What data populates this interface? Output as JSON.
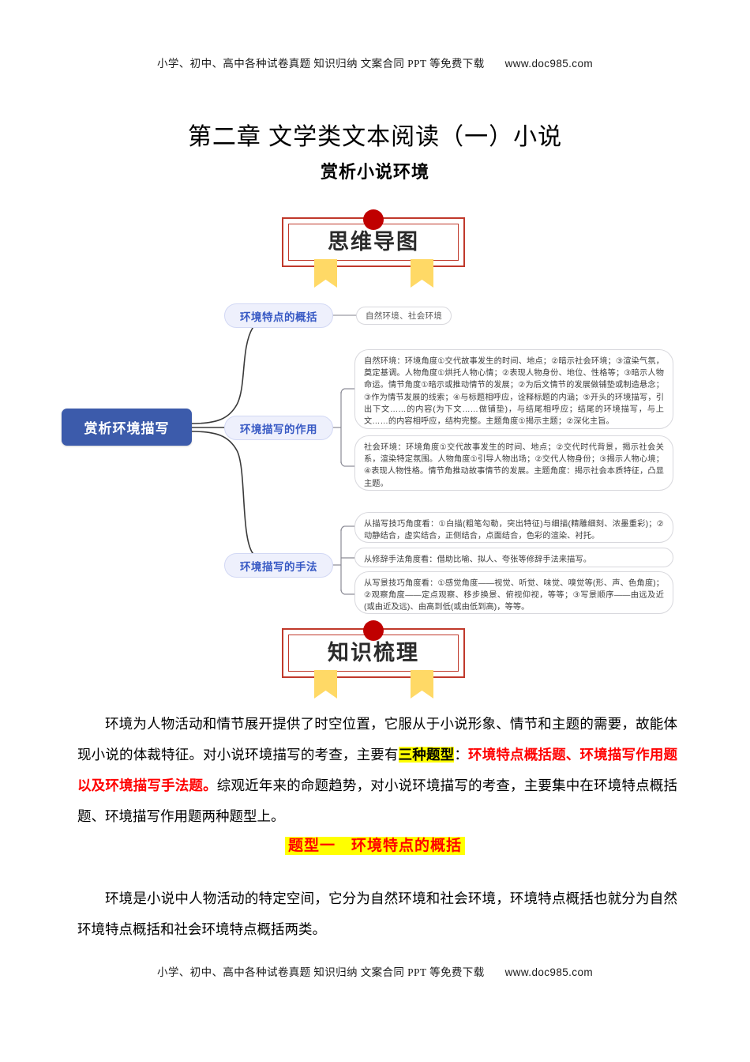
{
  "watermark": {
    "text": "小学、初中、高中各种试卷真题  知识归纳  文案合同  PPT 等免费下载",
    "url": "www.doc985.com"
  },
  "title": {
    "main": "第二章 文学类文本阅读（一）小说",
    "sub": "赏析小说环境"
  },
  "banners": {
    "mindmap": "思维导图",
    "knowledge": "知识梳理"
  },
  "mindmap": {
    "root": "赏析环境描写",
    "branches": [
      {
        "label": "环境特点的概括",
        "leaves": [
          "自然环境、社会环境"
        ]
      },
      {
        "label": "环境描写的作用",
        "leaves": [
          "自然环境：环境角度①交代故事发生的时间、地点；②暗示社会环境；③渲染气氛，奠定基调。人物角度①烘托人物心情；②表现人物身份、地位、性格等；③暗示人物命运。情节角度①暗示或推动情节的发展；②为后文情节的发展做铺垫或制造悬念；③作为情节发展的线索；④与标题相呼应，诠释标题的内涵；⑤开头的环境描写，引出下文……的内容(为下文……做铺垫)，与结尾相呼应；结尾的环境描写，与上文……的内容相呼应，结构完整。主题角度①揭示主题；②深化主旨。",
          "社会环境：环境角度①交代故事发生的时间、地点；②交代时代背景，揭示社会关系，渲染特定氛围。人物角度①引导人物出场；②交代人物身份；③揭示人物心境；④表现人物性格。情节角推动故事情节的发展。主题角度：揭示社会本质特征，凸显主题。"
        ]
      },
      {
        "label": "环境描写的手法",
        "leaves": [
          "从描写技巧角度看：①白描(粗笔勾勒，突出特征)与细描(精雕细刻、浓墨重彩)；②动静结合，虚实结合，正侧结合，点面结合，色彩的渲染、衬托。",
          "从修辞手法角度看：借助比喻、拟人、夸张等修辞手法来描写。",
          "从写景技巧角度看：①感觉角度——视觉、听觉、味觉、嗅觉等(形、声、色角度)；②观察角度——定点观察、移步换景、俯视仰视，等等；③写景顺序——由远及近(或由近及远)、由高到低(或由低到高)，等等。"
        ]
      }
    ]
  },
  "body": {
    "p1_a": "环境为人物活动和情节展开提供了时空位置，它服从于小说形象、情节和主题的需要，故能体现小说的体裁特征。对小说环境描写的考查，主要有",
    "p1_hl": "三种题型",
    "p1_b": "：",
    "p1_red": "环境特点概括题、环境描写作用题以及环境描写手法题。",
    "p1_c": "综观近年来的命题趋势，对小说环境描写的考查，主要集中在环境特点概括题、环境描写作用题两种题型上。",
    "section_title": "题型一　环境特点的概括",
    "p2": "环境是小说中人物活动的特定空间，它分为自然环境和社会环境，环境特点概括也就分为自然环境特点概括和社会环境特点概括两类。"
  },
  "colors": {
    "banner_red": "#c00000",
    "ribbon_yellow": "#ffd966",
    "root_blue": "#3c5bab",
    "branch_blue": "#3759c4",
    "highlight_yellow": "#ffff00",
    "accent_red": "#ff0000"
  }
}
